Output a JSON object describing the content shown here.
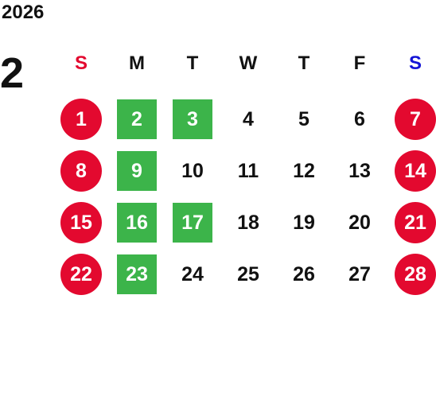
{
  "calendar": {
    "year": "2026",
    "month": "2",
    "colors": {
      "sunday": "#e3092f",
      "saturday": "#1414d6",
      "weekend_circle": "#e3092f",
      "holiday_square": "#3cb44a",
      "text": "#111111"
    },
    "weekdays": [
      {
        "label": "S",
        "type": "sun"
      },
      {
        "label": "M",
        "type": "weekday"
      },
      {
        "label": "T",
        "type": "weekday"
      },
      {
        "label": "W",
        "type": "weekday"
      },
      {
        "label": "T",
        "type": "weekday"
      },
      {
        "label": "F",
        "type": "weekday"
      },
      {
        "label": "S",
        "type": "sat"
      }
    ],
    "weeks": [
      [
        {
          "day": "1",
          "style": "sun"
        },
        {
          "day": "2",
          "style": "holiday"
        },
        {
          "day": "3",
          "style": "holiday"
        },
        {
          "day": "4",
          "style": "normal"
        },
        {
          "day": "5",
          "style": "normal"
        },
        {
          "day": "6",
          "style": "normal"
        },
        {
          "day": "7",
          "style": "sat"
        }
      ],
      [
        {
          "day": "8",
          "style": "sun"
        },
        {
          "day": "9",
          "style": "holiday"
        },
        {
          "day": "10",
          "style": "normal"
        },
        {
          "day": "11",
          "style": "normal"
        },
        {
          "day": "12",
          "style": "normal"
        },
        {
          "day": "13",
          "style": "normal"
        },
        {
          "day": "14",
          "style": "sat"
        }
      ],
      [
        {
          "day": "15",
          "style": "sun"
        },
        {
          "day": "16",
          "style": "holiday"
        },
        {
          "day": "17",
          "style": "holiday"
        },
        {
          "day": "18",
          "style": "normal"
        },
        {
          "day": "19",
          "style": "normal"
        },
        {
          "day": "20",
          "style": "normal"
        },
        {
          "day": "21",
          "style": "sat"
        }
      ],
      [
        {
          "day": "22",
          "style": "sun"
        },
        {
          "day": "23",
          "style": "holiday"
        },
        {
          "day": "24",
          "style": "normal"
        },
        {
          "day": "25",
          "style": "normal"
        },
        {
          "day": "26",
          "style": "normal"
        },
        {
          "day": "27",
          "style": "normal"
        },
        {
          "day": "28",
          "style": "sat"
        }
      ]
    ]
  }
}
